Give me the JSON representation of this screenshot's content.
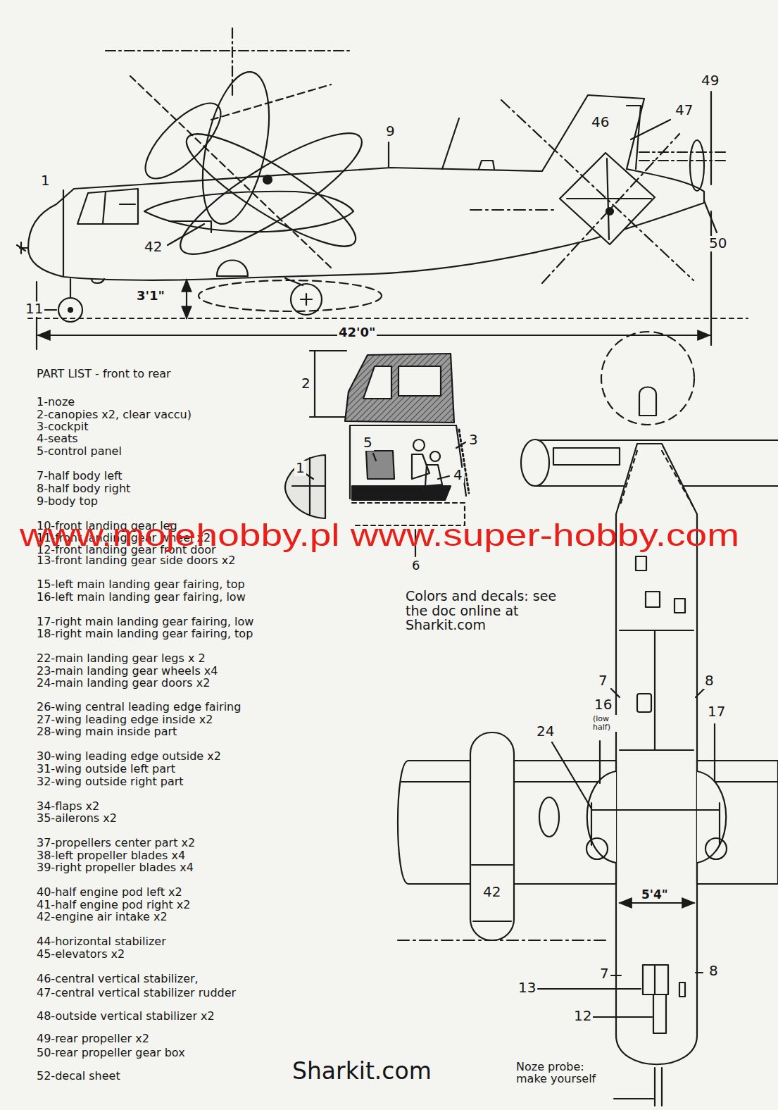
{
  "diagram": {
    "labels": [
      "49",
      "46",
      "47",
      "9",
      "1",
      "42",
      "50",
      "3'1\"",
      "11",
      "42'0\"",
      "PART LIST - front to rear",
      "1-noze",
      "2-canopies x2, clear vaccu)",
      "3-cockpit",
      "4-seats",
      "5-control panel",
      "7-half body left",
      "8-half body right",
      "9-body top",
      "10-front landing gear leg",
      "11-front landing gear wheel x2",
      "12-front landing gear front door",
      "13-front landing gear side doors x2",
      "15-left main landing gear fairing, top",
      "16-left main landing gear fairing, low",
      "17-right main landing gear fairing, low",
      "18-right main landing gear fairing, top",
      "22-main landing gear legs x 2",
      "23-main landing gear wheels x4",
      "24-main landing gear doors x2",
      "26-wing central leading edge fairing",
      "27-wing leading edge inside x2",
      "28-wing main inside part",
      "30-wing leading edge outside x2",
      "31-wing outside left part",
      "32-wing outside right part",
      "34-flaps x2",
      "35-ailerons x2",
      "37-propellers center part x2",
      "38-left propeller blades x4",
      "39-right propeller blades x4",
      "40-half engine pod left x2",
      "41-half engine pod right x2",
      "42-engine air intake x2",
      "44-horizontal stabilizer",
      "45-elevators x2",
      "46-central vertical stabilizer,",
      "47-central vertical stabilizer rudder",
      "48-outside vertical stabilizer x2",
      "49-rear propeller x2",
      "50-rear propeller gear box",
      "52-decal sheet",
      "2",
      "3",
      "5",
      "4",
      "1",
      "6",
      "www.mojehobby.pl www.super-hobby.com",
      "Colors and decals: see the doc online at Sharkit.com",
      "7",
      "8",
      "16",
      "(low half)",
      "17",
      "24",
      "42",
      "5'4\"",
      "7",
      "13",
      "8",
      "12",
      "Noze probe: make yourself",
      "Sharkit.com"
    ]
  }
}
